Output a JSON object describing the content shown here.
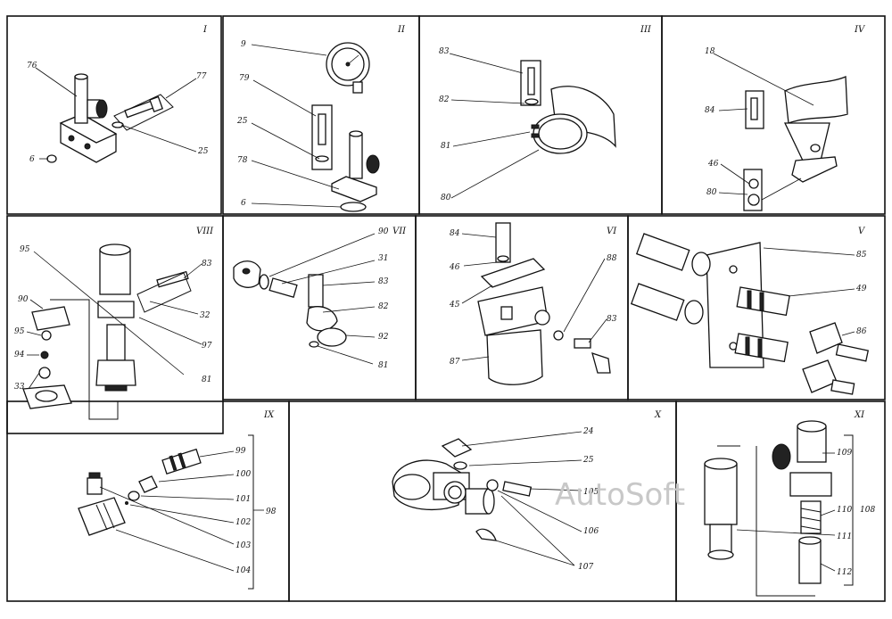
{
  "panels": [
    {
      "id": "I",
      "label": "I"
    },
    {
      "id": "II",
      "label": "II"
    },
    {
      "id": "III",
      "label": "III"
    },
    {
      "id": "IV",
      "label": "IV"
    },
    {
      "id": "V",
      "label": "V"
    },
    {
      "id": "VI",
      "label": "VI"
    },
    {
      "id": "VII",
      "label": "VII"
    },
    {
      "id": "VIII",
      "label": "VIII"
    },
    {
      "id": "IX",
      "label": "IX"
    },
    {
      "id": "X",
      "label": "X"
    },
    {
      "id": "XI",
      "label": "XI"
    }
  ],
  "callouts": {
    "p1": [
      "76",
      "77",
      "6",
      "25"
    ],
    "p2": [
      "9",
      "79",
      "25",
      "78",
      "6"
    ],
    "p3": [
      "83",
      "82",
      "81",
      "80"
    ],
    "p4": [
      "18",
      "84",
      "46",
      "80"
    ],
    "p8": [
      "95",
      "83",
      "90",
      "32",
      "95",
      "97",
      "94",
      "81",
      "33"
    ],
    "p7": [
      "90",
      "31",
      "83",
      "82",
      "92",
      "81"
    ],
    "p6": [
      "84",
      "46",
      "88",
      "45",
      "83",
      "87"
    ],
    "p5": [
      "85",
      "49",
      "86"
    ],
    "p9": [
      "99",
      "100",
      "101",
      "102",
      "103",
      "104",
      "98"
    ],
    "p10": [
      "24",
      "25",
      "105",
      "106",
      "107"
    ],
    "p11": [
      "109",
      "110",
      "111",
      "112",
      "108"
    ]
  },
  "watermark": "AutoSoft"
}
